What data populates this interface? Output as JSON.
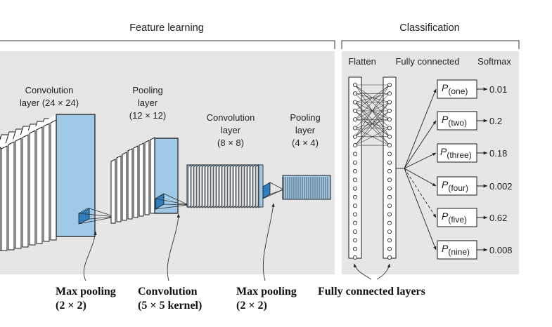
{
  "sections": {
    "feature_learning": "Feature learning",
    "classification": "Classification"
  },
  "columns": {
    "flatten": "Flatten",
    "fully_connected": "Fully connected",
    "softmax": "Softmax"
  },
  "layers": {
    "conv1": [
      "Convolution",
      "layer (24 × 24)"
    ],
    "pool1": [
      "Pooling",
      "layer",
      "(12 × 12)"
    ],
    "conv2": [
      "Convolution",
      "layer",
      "(8 × 8)"
    ],
    "pool2": [
      "Pooling",
      "layer",
      "(4 × 4)"
    ]
  },
  "operations": {
    "maxpool1": [
      "Max pooling",
      "(2 × 2)"
    ],
    "conv": [
      "Convolution",
      "(5 × 5 kernel)"
    ],
    "maxpool2": [
      "Max pooling",
      "(2 × 2)"
    ],
    "fc_layers": "Fully connected layers"
  },
  "outputs": [
    {
      "label": "P",
      "sub": "(one)",
      "value": "0.01"
    },
    {
      "label": "P",
      "sub": "(two)",
      "value": "0.2"
    },
    {
      "label": "P",
      "sub": "(three)",
      "value": "0.18"
    },
    {
      "label": "P",
      "sub": "(four)",
      "value": "0.002"
    },
    {
      "label": "P",
      "sub": "(five)",
      "value": "0.62"
    },
    {
      "label": "P",
      "sub": "(nine)",
      "value": "0.008"
    }
  ],
  "colors": {
    "panel": "#e6e6e6",
    "map_fill": "#9fc9e6",
    "map_stroke": "#1a1a1a",
    "kernel": "#3a86c4"
  }
}
